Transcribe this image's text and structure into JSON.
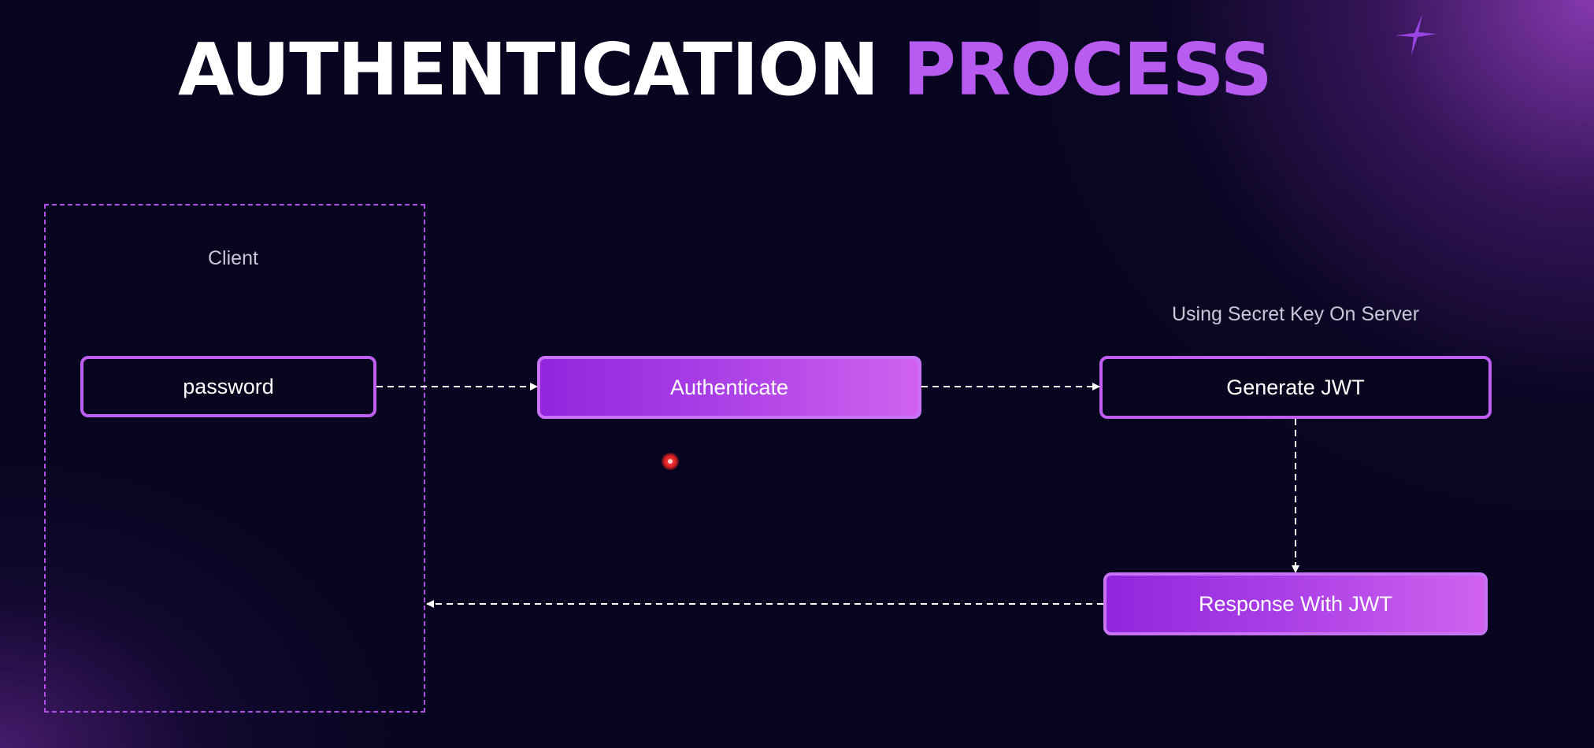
{
  "title": {
    "part1": "AUTHENTICATION",
    "part2": "PROCESS"
  },
  "colors": {
    "background": "#07051f",
    "accent": "#b85bf0",
    "node_outline": "#bf5ff0",
    "arrow": "#ffffff"
  },
  "diagram": {
    "client_group_label": "Client",
    "server_note": "Using Secret Key On Server",
    "nodes": {
      "password": "password",
      "authenticate": "Authenticate",
      "generate_jwt": "Generate JWT",
      "response": "Response With JWT"
    },
    "edges": [
      {
        "from": "password",
        "to": "authenticate"
      },
      {
        "from": "authenticate",
        "to": "generate_jwt"
      },
      {
        "from": "generate_jwt",
        "to": "response"
      },
      {
        "from": "response",
        "to": "client"
      }
    ]
  },
  "decorations": {
    "star_icon": "four-point-star-icon",
    "cursor_icon": "pointer-dot-icon"
  }
}
